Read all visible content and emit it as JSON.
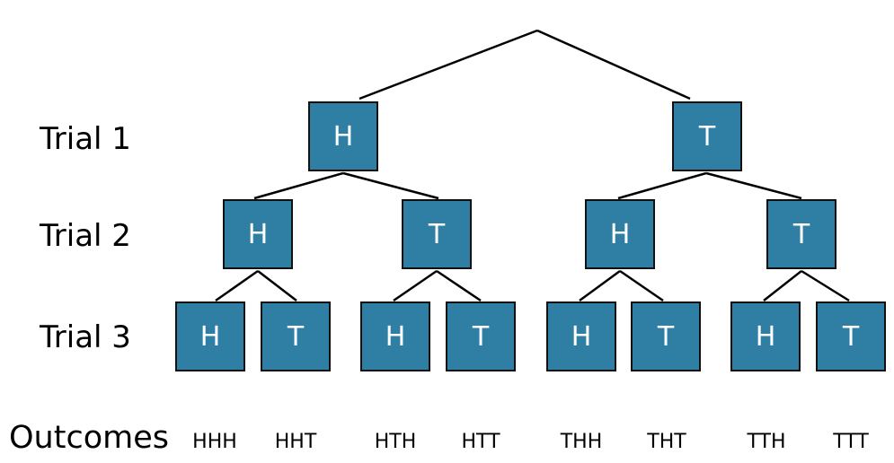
{
  "labels": {
    "trial1": "Trial 1",
    "trial2": "Trial 2",
    "trial3": "Trial 3",
    "outcomes": "Outcomes"
  },
  "tree": {
    "trial1": [
      "H",
      "T"
    ],
    "trial2": [
      "H",
      "T",
      "H",
      "T"
    ],
    "trial3": [
      "H",
      "T",
      "H",
      "T",
      "H",
      "T",
      "H",
      "T"
    ]
  },
  "outcomes": [
    "HHH",
    "HHT",
    "HTH",
    "HTT",
    "THH",
    "THT",
    "TTH",
    "TTT"
  ],
  "colors": {
    "node_fill": "#2f7fa5",
    "node_border": "#111111",
    "node_text": "#ffffff",
    "edge": "#000000"
  }
}
